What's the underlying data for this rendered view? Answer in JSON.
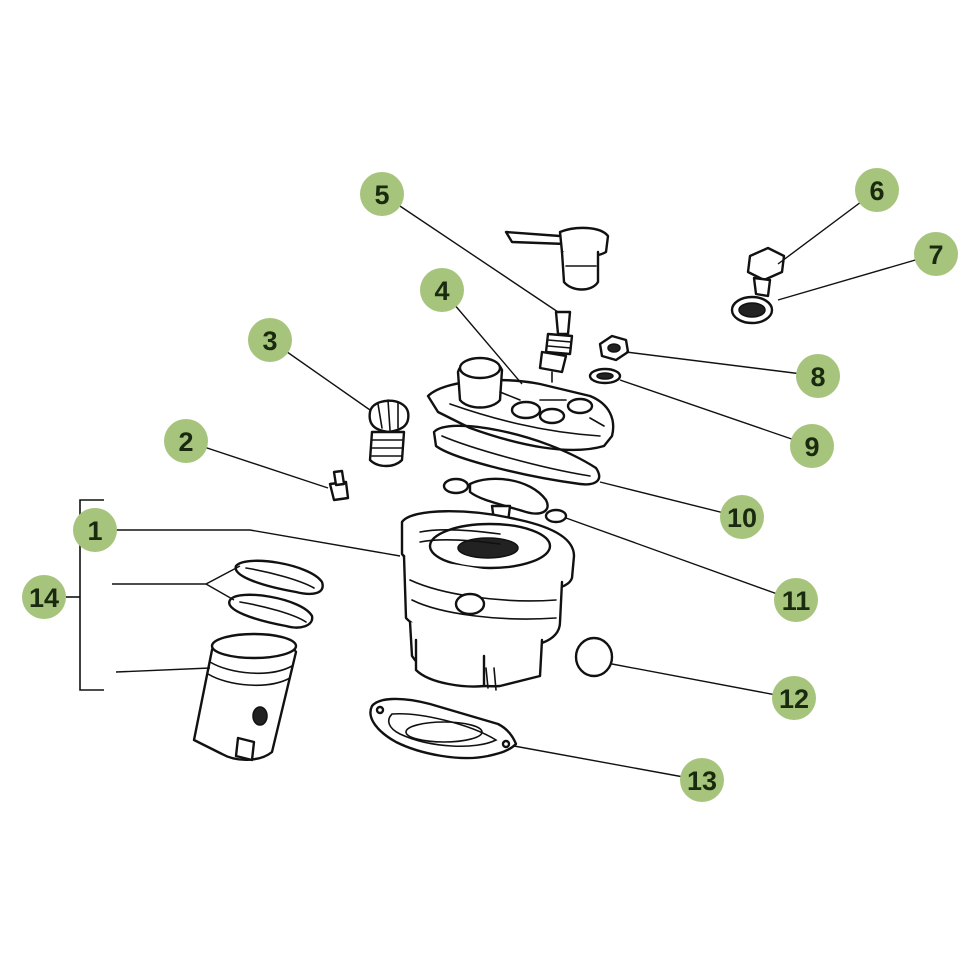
{
  "colors": {
    "callout_fill": "#a6c47c",
    "callout_text": "#1a2a10",
    "line": "#111111",
    "background": "#ffffff"
  },
  "callouts": [
    {
      "id": "c1",
      "label": "1"
    },
    {
      "id": "c2",
      "label": "2"
    },
    {
      "id": "c3",
      "label": "3"
    },
    {
      "id": "c4",
      "label": "4"
    },
    {
      "id": "c5",
      "label": "5"
    },
    {
      "id": "c6",
      "label": "6"
    },
    {
      "id": "c7",
      "label": "7"
    },
    {
      "id": "c8",
      "label": "8"
    },
    {
      "id": "c9",
      "label": "9"
    },
    {
      "id": "c10",
      "label": "10"
    },
    {
      "id": "c11",
      "label": "11"
    },
    {
      "id": "c12",
      "label": "12"
    },
    {
      "id": "c13",
      "label": "13"
    },
    {
      "id": "c14",
      "label": "14"
    }
  ]
}
